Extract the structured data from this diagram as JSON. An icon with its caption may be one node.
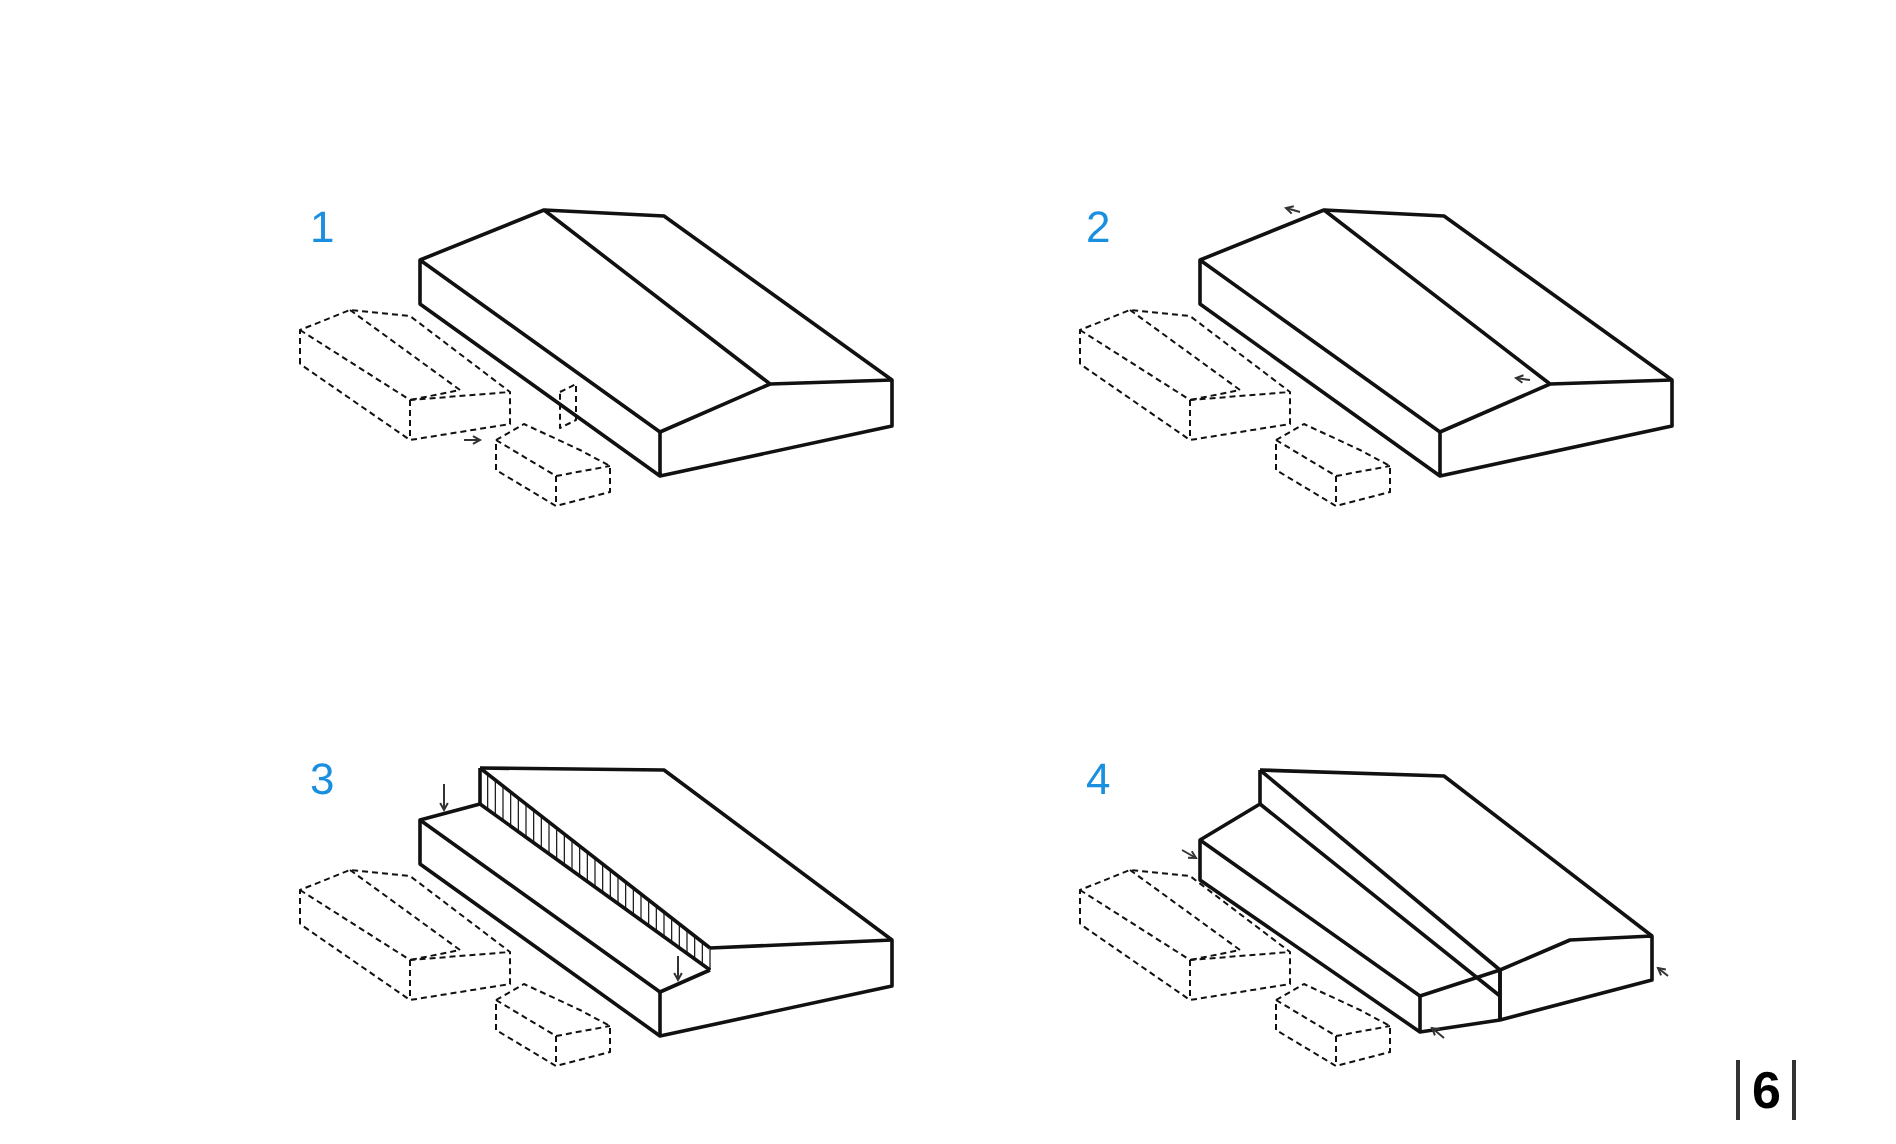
{
  "diagram": {
    "labels": [
      "1",
      "2",
      "3",
      "4",
      "6"
    ]
  }
}
